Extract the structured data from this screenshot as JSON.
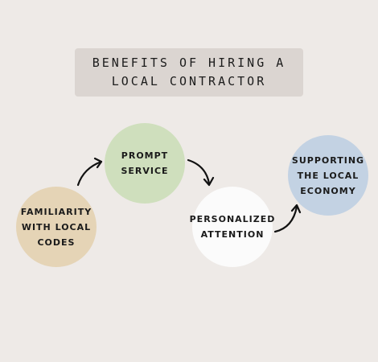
{
  "title": {
    "line1": "BENEFITS OF HIRING A",
    "line2": "LOCAL CONTRACTOR"
  },
  "nodes": [
    {
      "id": "familiarity",
      "text": "FAMILIARITY\nWITH LOCAL\nCODES",
      "color": "#e5d4b6"
    },
    {
      "id": "prompt",
      "text": "PROMPT\nSERVICE",
      "color": "#cfdfbd"
    },
    {
      "id": "personalized",
      "text": "PERSONALIZED\nATTENTION",
      "color": "#fbfbfb"
    },
    {
      "id": "supporting",
      "text": "SUPPORTING\nTHE LOCAL\nECONOMY",
      "color": "#c3d2e3"
    }
  ],
  "arrow_color": "#111111"
}
